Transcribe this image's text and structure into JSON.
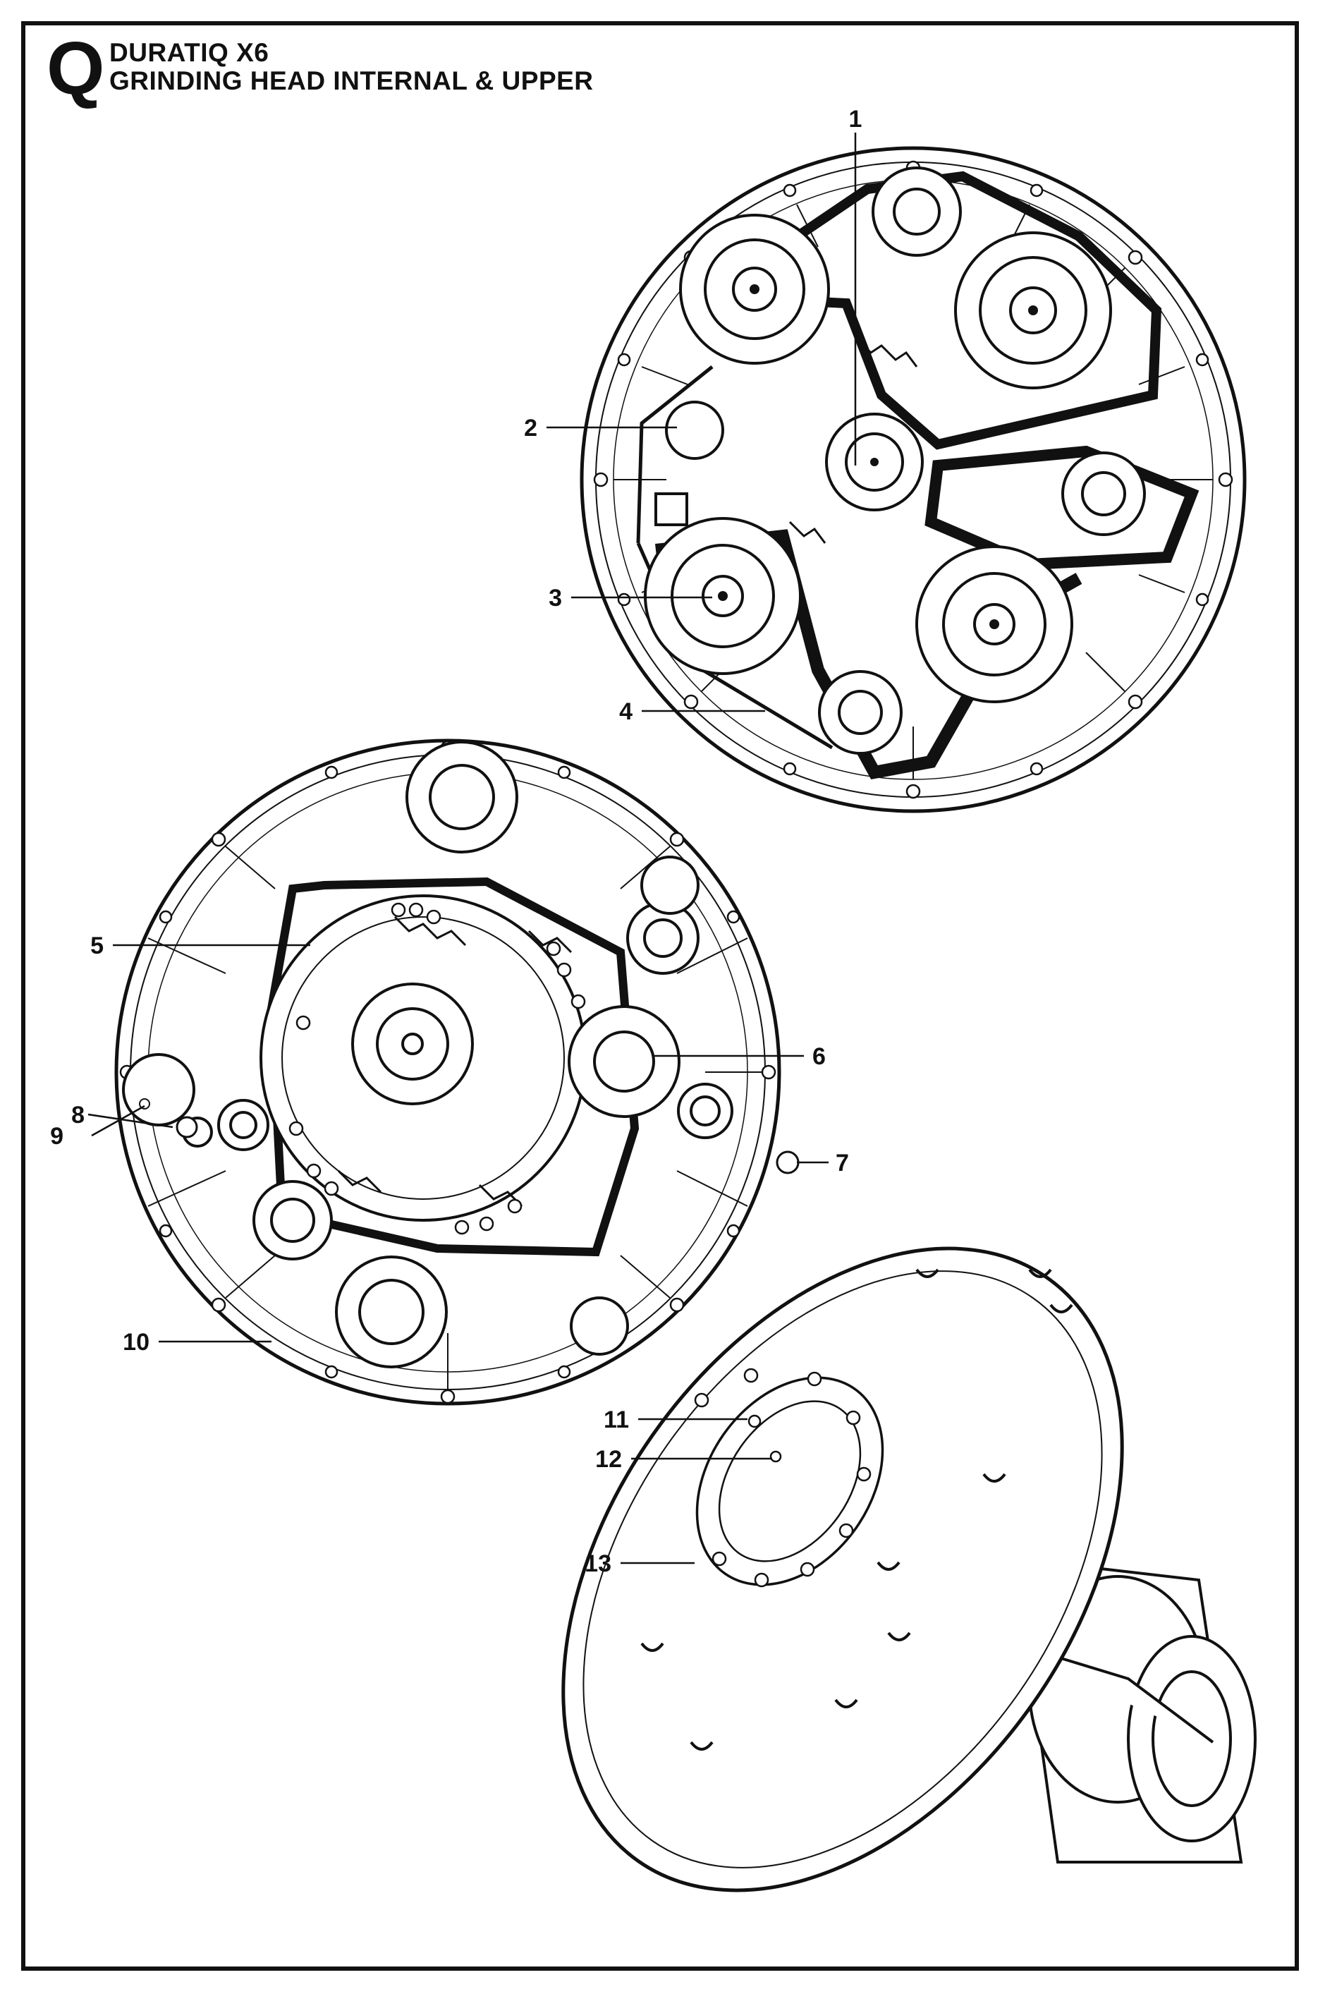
{
  "header": {
    "section_letter": "Q",
    "model": "DURATIQ X6",
    "assembly": "GRINDING HEAD INTERNAL & UPPER"
  },
  "callouts": [
    "1",
    "2",
    "3",
    "4",
    "5",
    "6",
    "7",
    "8",
    "9",
    "10",
    "11",
    "12",
    "13"
  ],
  "colors": {
    "ink": "#111111",
    "paper": "#ffffff"
  }
}
